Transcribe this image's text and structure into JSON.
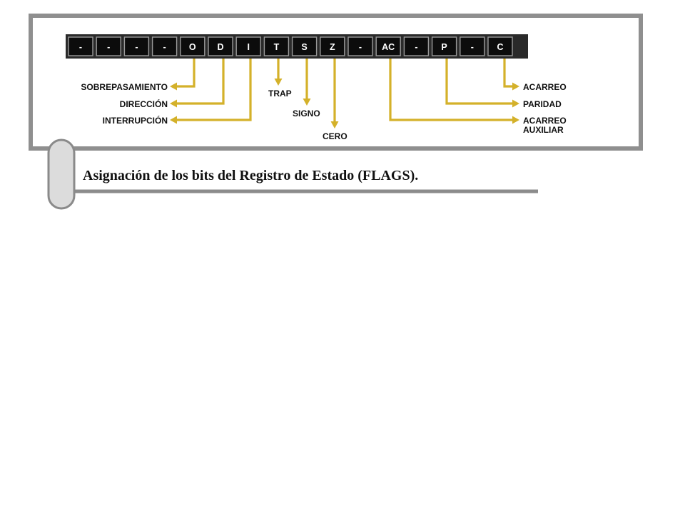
{
  "register": {
    "bits": [
      "-",
      "-",
      "-",
      "-",
      "O",
      "D",
      "I",
      "T",
      "S",
      "Z",
      "-",
      "AC",
      "-",
      "P",
      "-",
      "C"
    ]
  },
  "flags": {
    "sobrepasamiento": "SOBREPASAMIENTO",
    "direccion": "DIRECCIÓN",
    "interrupcion": "INTERRUPCIÓN",
    "trap": "TRAP",
    "signo": "SIGNO",
    "cero": "CERO",
    "acarreo": "ACARREO",
    "paridad": "PARIDAD",
    "acarreo_auxiliar_1": "ACARREO",
    "acarreo_auxiliar_2": "AUXILIAR"
  },
  "caption": {
    "text": "Asignación de los bits del Registro de Estado (FLAGS)."
  },
  "colors": {
    "arrow": "#d4b12a",
    "register": "#0c0c0c",
    "frame": "#8f8f8f"
  }
}
